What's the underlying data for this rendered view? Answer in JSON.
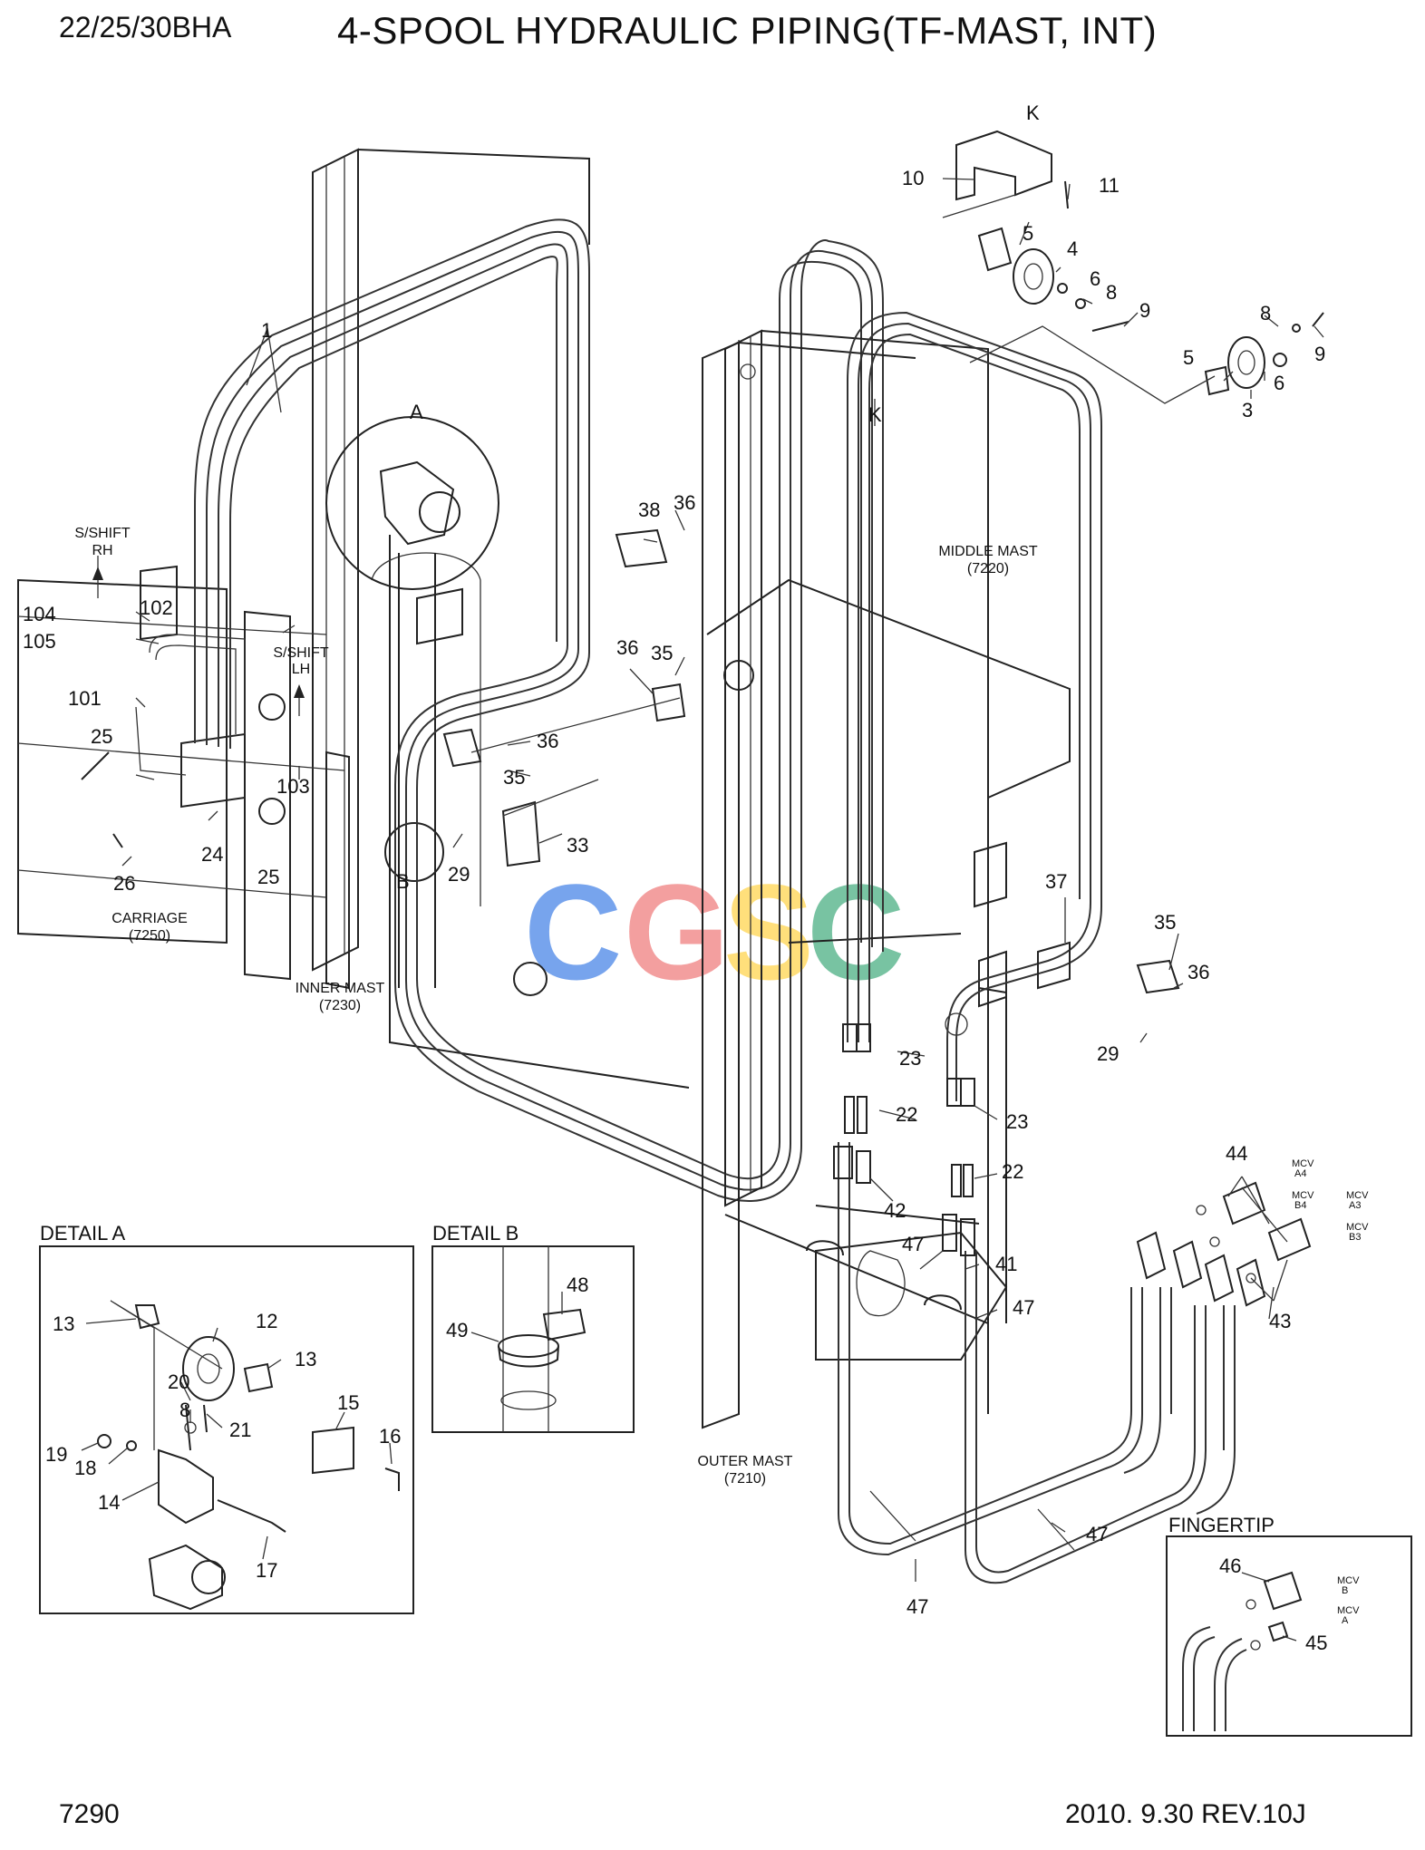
{
  "header": {
    "model": "22/25/30BHA",
    "title": "4-SPOOL HYDRAULIC PIPING(TF-MAST, INT)"
  },
  "footer": {
    "page_number": "7290",
    "revision": "2010. 9.30  REV.10J"
  },
  "watermark": {
    "letters": [
      "C",
      "G",
      "S",
      "C"
    ],
    "colors": [
      "#4a86e8",
      "#f08080",
      "#ffd54f",
      "#4caf84"
    ]
  },
  "section_labels": {
    "detail_a": "DETAIL A",
    "detail_b": "DETAIL B",
    "fingertip": "FINGERTIP",
    "view_a": "A",
    "view_b": "B",
    "view_k_top": "K",
    "view_k_mid": "K"
  },
  "assembly_labels": {
    "carriage": "CARRIAGE",
    "carriage_no": "(7250)",
    "inner_mast": "INNER MAST",
    "inner_mast_no": "(7230)",
    "middle_mast": "MIDDLE MAST",
    "middle_mast_no": "(7220)",
    "outer_mast": "OUTER MAST",
    "outer_mast_no": "(7210)",
    "sshift_rh_1": "S/SHIFT",
    "sshift_rh_2": "RH",
    "sshift_lh_1": "S/SHIFT",
    "sshift_lh_2": "LH"
  },
  "mcv_labels": {
    "a4_1": "MCV",
    "a4_2": "A4",
    "b4_1": "MCV",
    "b4_2": "B4",
    "a3_1": "MCV",
    "a3_2": "A3",
    "b3_1": "MCV",
    "b3_2": "B3",
    "fb_1": "MCV",
    "fb_2": "B",
    "fa_1": "MCV",
    "fa_2": "A"
  },
  "callouts": [
    "1",
    "102",
    "104",
    "105",
    "101",
    "25",
    "26",
    "24",
    "25",
    "103",
    "38",
    "36",
    "36",
    "35",
    "36",
    "35",
    "33",
    "29",
    "10",
    "11",
    "5",
    "4",
    "6",
    "8",
    "9",
    "8",
    "9",
    "5",
    "6",
    "3",
    "37",
    "35",
    "36",
    "29",
    "23",
    "22",
    "23",
    "22",
    "42",
    "47",
    "41",
    "47",
    "47",
    "47",
    "44",
    "43",
    "13",
    "12",
    "13",
    "20",
    "8",
    "21",
    "19",
    "18",
    "14",
    "15",
    "16",
    "17",
    "49",
    "48",
    "46",
    "45"
  ]
}
